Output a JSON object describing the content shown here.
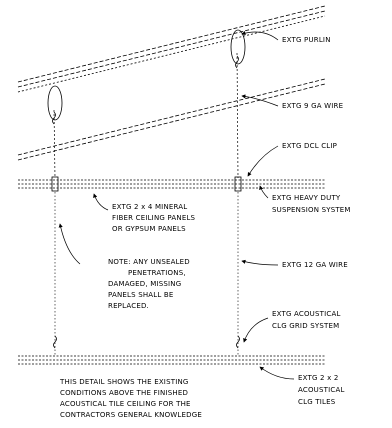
{
  "labels": {
    "purlin": "EXTG PURLIN",
    "wire9": "EXTG 9 GA WIRE",
    "dclClip": "EXTG DCL CLIP",
    "suspension": [
      "EXTG HEAVY DUTY",
      "SUSPENSION SYSTEM"
    ],
    "panels": [
      "EXTG 2 x 4 MINERAL",
      "FIBER CEILING PANELS",
      "OR GYPSUM PANELS"
    ],
    "wire12": "EXTG 12 GA WIRE",
    "note": [
      "NOTE:  ANY UNSEALED",
      "PENETRATIONS,",
      "DAMAGED, MISSING",
      "PANELS SHALL BE",
      "REPLACED."
    ],
    "grid": [
      "EXTG ACOUSTICAL",
      "CLG GRID SYSTEM"
    ],
    "tiles": [
      "EXTG 2 x 2",
      "ACOUSTICAL",
      "CLG TILES"
    ],
    "caption": [
      "THIS DETAIL SHOWS THE EXISTING",
      "CONDITIONS ABOVE THE FINISHED",
      "ACOUSTICAL TILE CEILING FOR THE",
      "CONTRACTORS GENERAL KNOWLEDGE"
    ]
  }
}
